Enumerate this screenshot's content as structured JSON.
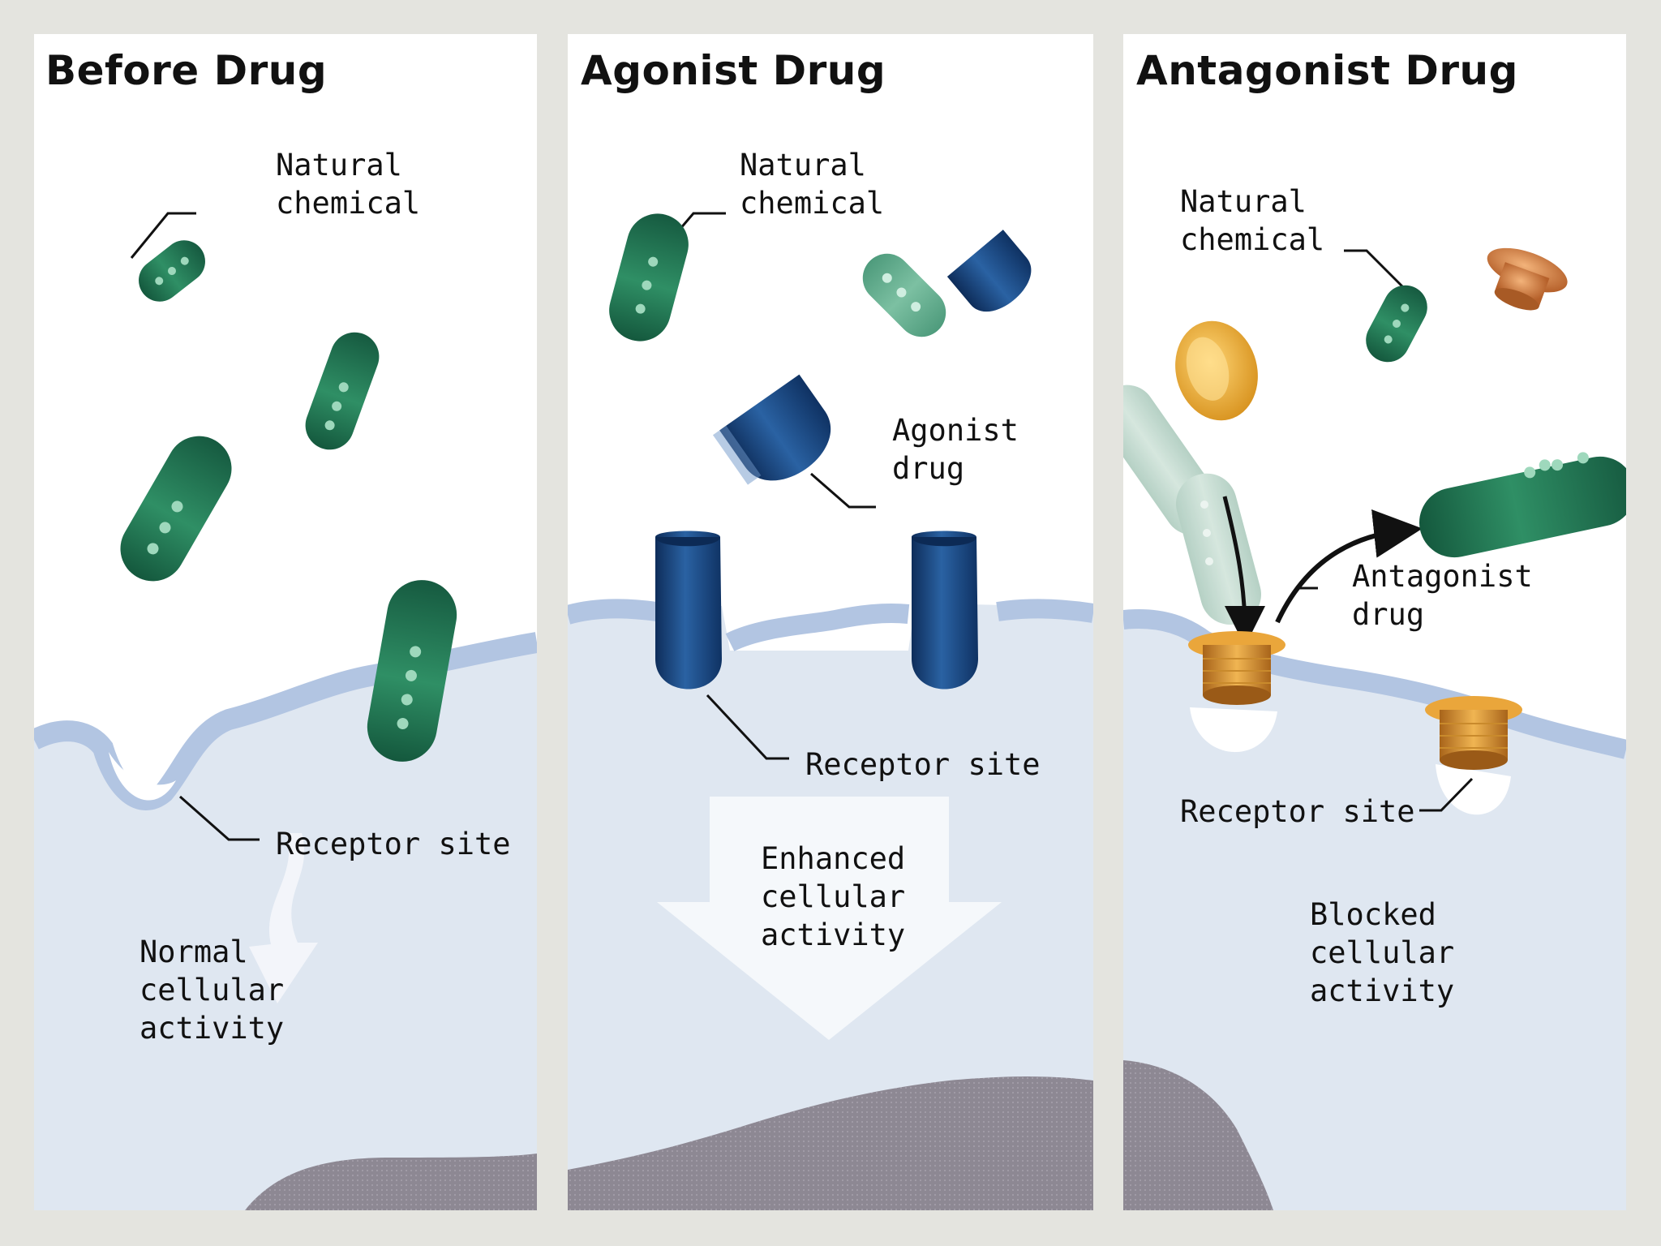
{
  "panels": {
    "before": {
      "title": "Before Drug",
      "natural_chemical": "Natural\nchemical",
      "receptor_site": "Receptor site",
      "activity": "Normal\ncellular\nactivity"
    },
    "agonist": {
      "title": "Agonist Drug",
      "natural_chemical": "Natural\nchemical",
      "drug": "Agonist\ndrug",
      "receptor_site": "Receptor site",
      "activity": "Enhanced\ncellular\nactivity"
    },
    "antagonist": {
      "title": "Antagonist Drug",
      "natural_chemical": "Natural\nchemical",
      "drug": "Antagonist\ndrug",
      "receptor_site": "Receptor site",
      "activity": "Blocked\ncellular\nactivity"
    }
  },
  "colors": {
    "natural_chemical": "#2e8a62",
    "agonist_drug": "#1d4f8c",
    "antagonist_drug": "#d9972e",
    "cell": "#dde6f0",
    "membrane": "#b3c6e2",
    "nucleus": "#8f8a96"
  }
}
